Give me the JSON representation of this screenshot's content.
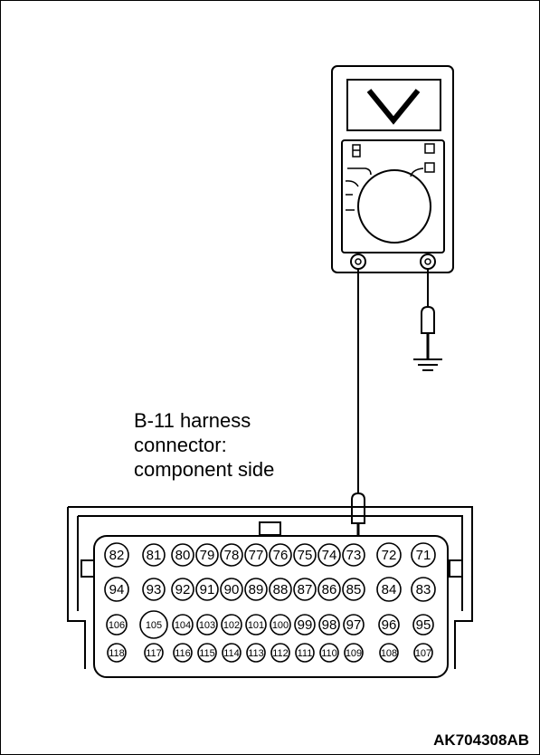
{
  "connector_label": {
    "line1": "B-11 harness",
    "line2": "connector:",
    "line3": "component side"
  },
  "figure_code": "AK704308AB",
  "meter_display": "V",
  "pin_rows": [
    [
      "82",
      "81",
      "80",
      "79",
      "78",
      "77",
      "76",
      "75",
      "74",
      "73",
      "72",
      "71"
    ],
    [
      "94",
      "93",
      "92",
      "91",
      "90",
      "89",
      "88",
      "87",
      "86",
      "85",
      "84",
      "83"
    ],
    [
      "106",
      "105",
      "104",
      "103",
      "102",
      "101",
      "100",
      "99",
      "98",
      "97",
      "96",
      "95"
    ],
    [
      "118",
      "117",
      "116",
      "115",
      "114",
      "113",
      "112",
      "111",
      "110",
      "109",
      "108",
      "107"
    ]
  ],
  "probed_pin": "73"
}
